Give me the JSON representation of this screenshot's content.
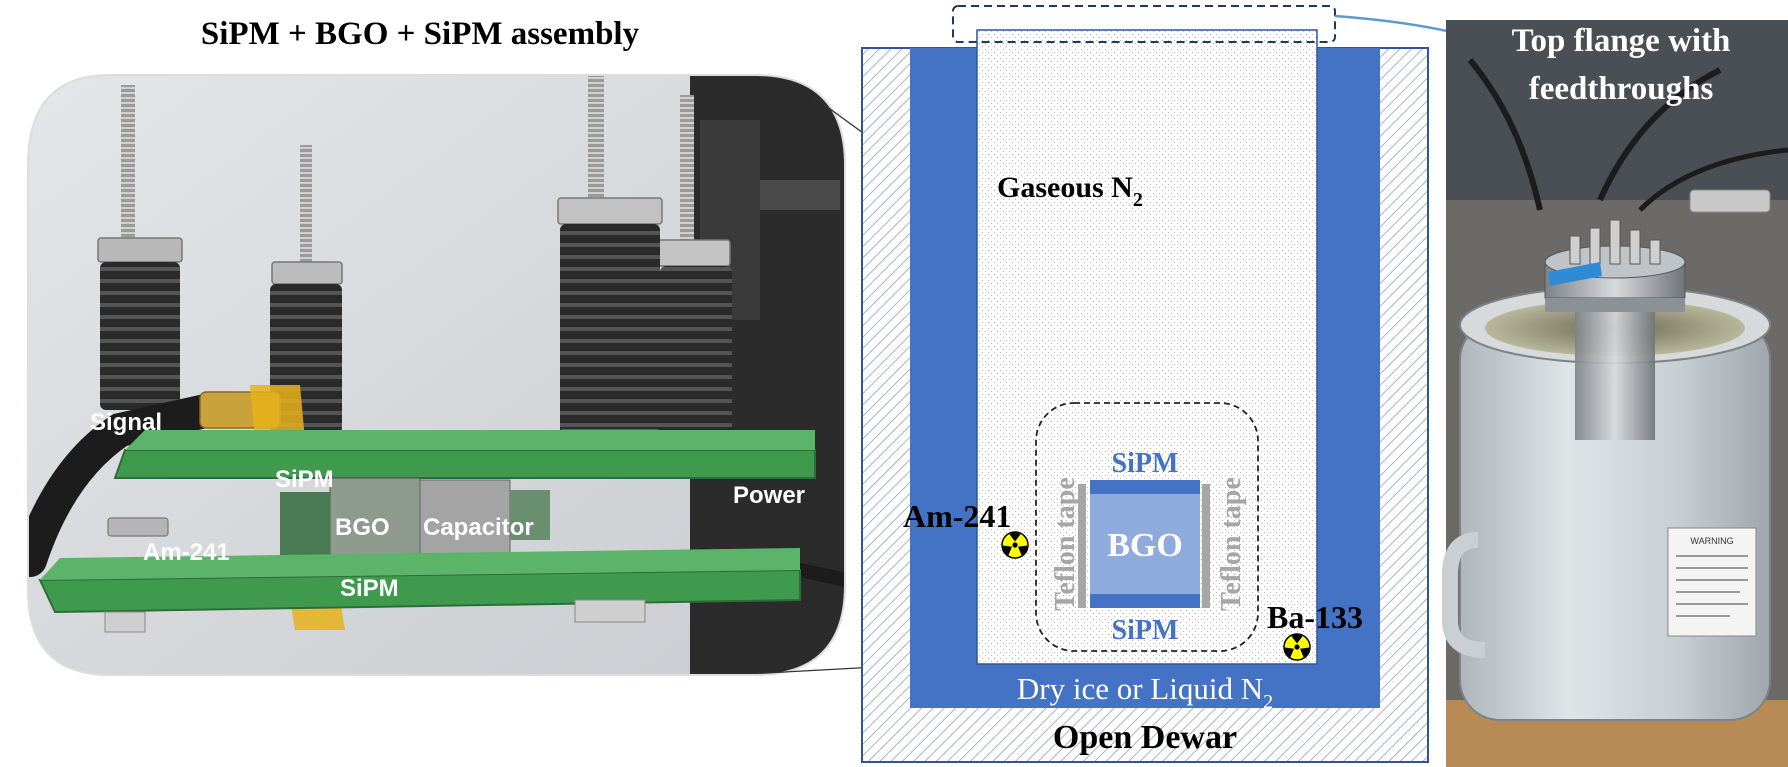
{
  "left_panel": {
    "title": "SiPM + BGO + SiPM assembly",
    "labels": {
      "signal": "Signal",
      "sipm_top": "SiPM",
      "bgo": "BGO",
      "capacitor": "Capacitor",
      "power": "Power",
      "am241": "Am-241",
      "sipm_bottom": "SiPM"
    }
  },
  "middle_panel": {
    "gaseous_main": "Gaseous N",
    "gaseous_sub": "2",
    "sipm_top": "SiPM",
    "bgo": "BGO",
    "sipm_bottom": "SiPM",
    "teflon_left": "Teflon tape",
    "teflon_right": "Teflon tape",
    "am241": "Am-241",
    "ba133": "Ba-133",
    "coolant_main": "Dry ice or Liquid N",
    "coolant_sub": "2",
    "dewar": "Open Dewar"
  },
  "right_panel": {
    "caption_line1": "Top flange with",
    "caption_line2": "feedthroughs",
    "warning_label": "WARNING"
  },
  "colors": {
    "accent_blue": "#4472c4",
    "light_blue": "#8faadc",
    "pcb_green": "#3f9a4e",
    "teflon_gray": "#a6a6a6",
    "callout_line": "#5b9bd5",
    "radiation_yellow": "#ffff00"
  }
}
